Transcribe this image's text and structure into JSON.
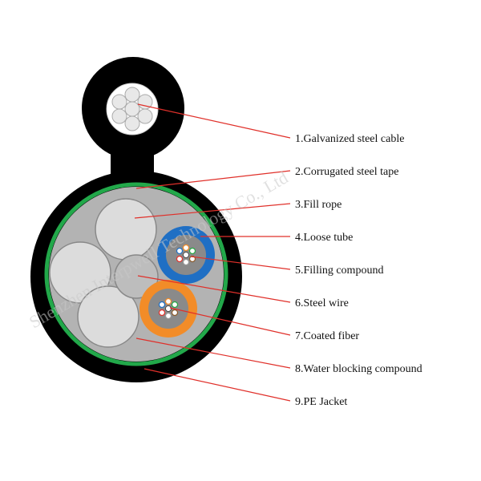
{
  "labels": [
    "1.Galvanized steel cable",
    "2.Corrugated steel tape",
    "3.Fill rope",
    "4.Loose tube",
    "5.Filling compound",
    "6.Steel wire",
    "7.Coated fiber",
    "8.Water blocking compound",
    "9.PE Jacket"
  ],
  "watermark": "Shenzhen Interpwell Technology Co., Ltd",
  "colors": {
    "jacket": "#000000",
    "armor_tape": "#22a84a",
    "filler": "#b3b3b3",
    "fill_rope": "#dcdcdc",
    "loose_tube_blue": "#1f6fc4",
    "loose_tube_orange": "#f28c28",
    "leader_line": "#e0302a"
  }
}
